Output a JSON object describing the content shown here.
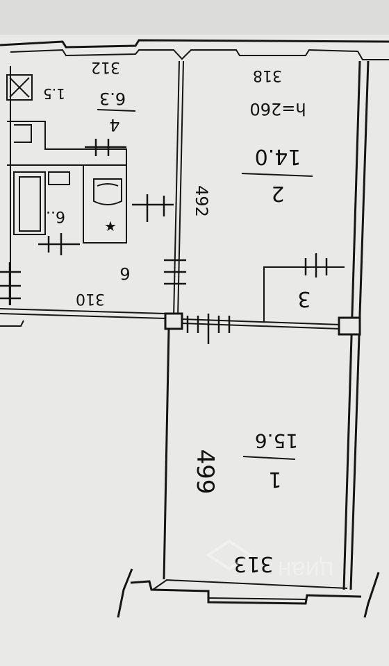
{
  "rooms": {
    "room1": {
      "number": "1",
      "area": "15.6",
      "length": "499",
      "width": "313"
    },
    "room2": {
      "number": "2",
      "area": "14.0",
      "ceiling": "h=260",
      "width": "318",
      "length": "492"
    },
    "room3": {
      "number": "3"
    },
    "room4": {
      "number": "4",
      "area": "6.3",
      "width": "312"
    },
    "room5": {
      "label": "1.5"
    },
    "room6": {
      "number": "6",
      "width": "310"
    },
    "room_bath": {
      "label": "6.."
    }
  },
  "watermark": "циан"
}
